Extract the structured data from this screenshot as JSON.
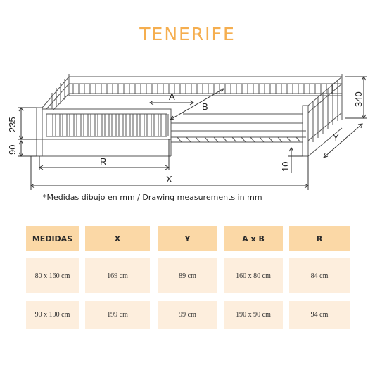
{
  "title": "TENERIFE",
  "drawing": {
    "labels": {
      "A": "A",
      "B": "B",
      "R": "R",
      "X": "X",
      "Y": "Y",
      "h235": "235",
      "h90": "90",
      "h340": "340",
      "h10": "10"
    }
  },
  "note": "*Medidas dibujo en mm / Drawing measurements in mm",
  "table": {
    "headers": [
      "MEDIDAS",
      "X",
      "Y",
      "A x B",
      "R"
    ],
    "rows": [
      [
        "80 x 160 cm",
        "169 cm",
        "89 cm",
        "160 x 80 cm",
        "84 cm"
      ],
      [
        "90 x 190 cm",
        "199 cm",
        "99 cm",
        "190 x 90 cm",
        "94 cm"
      ]
    ]
  },
  "colors": {
    "title": "#f5ae4f",
    "header_bg": "#fbd8a6",
    "cell_bg": "#fdeedd",
    "line": "#555555"
  }
}
